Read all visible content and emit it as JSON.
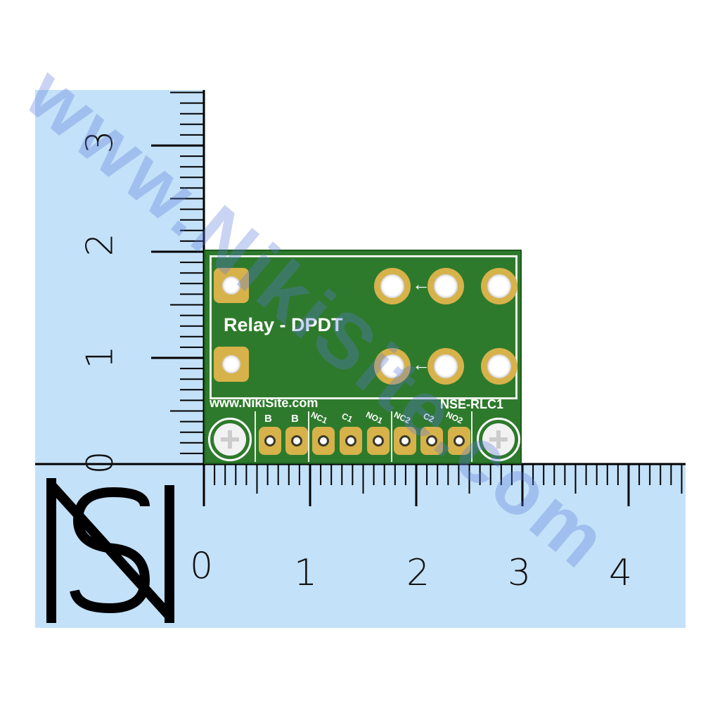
{
  "board": {
    "title": "Relay - DPDT",
    "website": "www.NikiSite.com",
    "part": "NSE-RLC1",
    "pins": [
      "B",
      "B",
      "NC1",
      "C1",
      "NO1",
      "NC2",
      "C2",
      "NO2"
    ]
  },
  "ruler": {
    "horizontal_labels": [
      "0",
      "1",
      "2",
      "3",
      "4"
    ],
    "vertical_labels": [
      "0",
      "1",
      "2",
      "3"
    ]
  },
  "watermark": "www.NikiSite.com",
  "logo": "NS",
  "colors": {
    "ruler": "#c3e1f8",
    "pcb": "#2e7a2c",
    "pad": "#d7b24a"
  }
}
